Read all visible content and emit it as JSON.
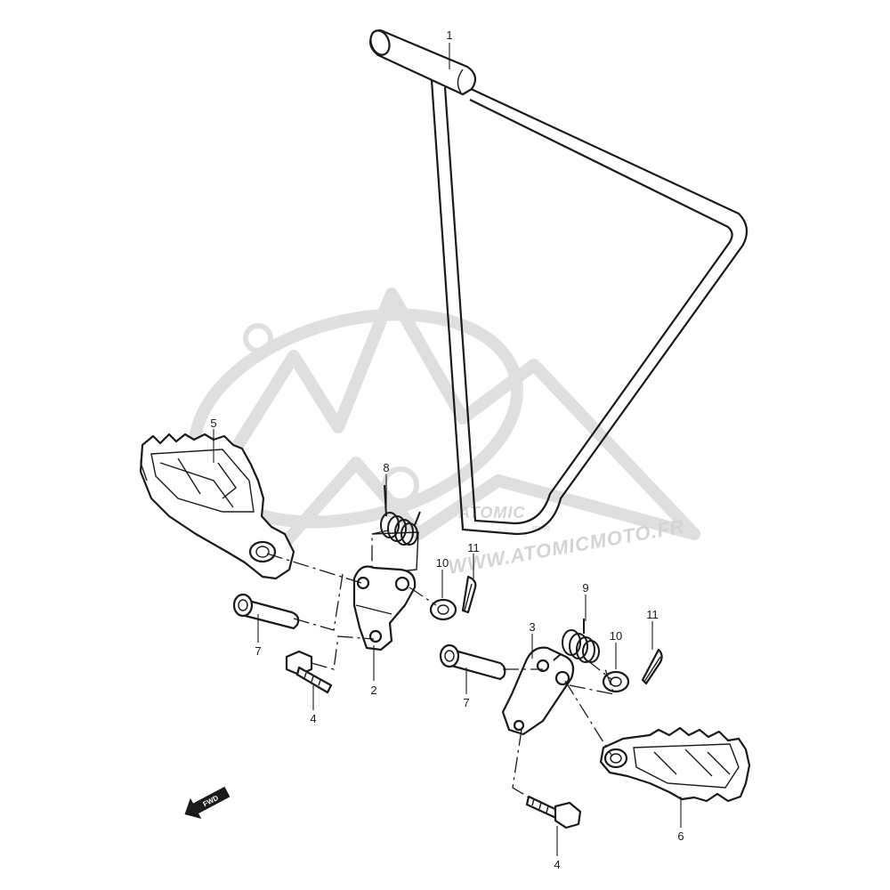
{
  "callouts": {
    "c1": "1",
    "c2": "2",
    "c3": "3",
    "c4a": "4",
    "c4b": "4",
    "c5": "5",
    "c6": "6",
    "c7a": "7",
    "c7b": "7",
    "c8": "8",
    "c9": "9",
    "c10a": "10",
    "c10b": "10",
    "c11a": "11",
    "c11b": "11"
  },
  "fwd_label": "FWD",
  "watermark": {
    "url": "WWW.ATOMICMOTO.FR",
    "small_text": "moto"
  }
}
